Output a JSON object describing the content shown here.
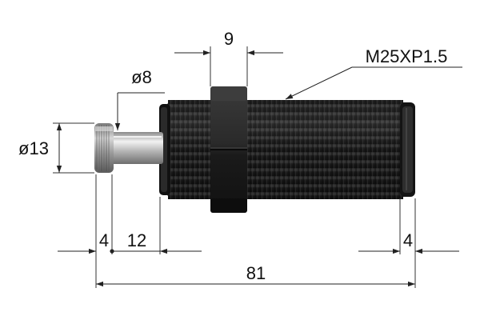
{
  "drawing": {
    "dimensions": {
      "hex_width": "9",
      "thread": "M25XP1.5",
      "rod_diameter": "ø8",
      "cap_diameter": "ø13",
      "cap_length": "4",
      "rod_length": "12",
      "end_length": "4",
      "overall_length": "81"
    },
    "colors": {
      "body": "#1e1e1e",
      "steel": "#c8c8c8",
      "line": "#222222"
    }
  }
}
